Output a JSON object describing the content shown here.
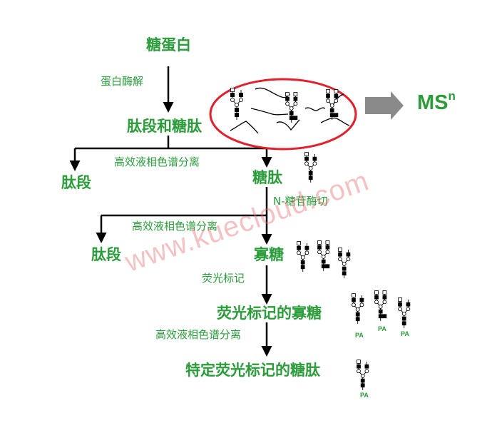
{
  "nodes": {
    "glycoprotein": "糖蛋白",
    "peptides_glycopeptides": "肽段和糖肽",
    "peptide_left": "肽段",
    "glycopeptide": "糖肽",
    "peptide_left2": "肽段",
    "oligosaccharide": "寡糖",
    "labeled_oligosaccharide": "荧光标记的寡糖",
    "specific_labeled": "特定荧光标记的糖肽"
  },
  "steps": {
    "protease": "蛋白酶解",
    "hplc1": "高效液相色谱分离",
    "n_glycosidase": "N-糖苷酶切",
    "hplc2": "高效液相色谱分离",
    "fluor_label": "荧光标记",
    "hplc3": "高效液相色谱分离"
  },
  "ms": {
    "base": "MS",
    "sup": "n"
  },
  "pa_label": "PA",
  "watermark": "www.kuecloud.com",
  "colors": {
    "green": "#2a9d3a",
    "red": "#e0202a",
    "arrow_gray": "#8a8a8a"
  }
}
